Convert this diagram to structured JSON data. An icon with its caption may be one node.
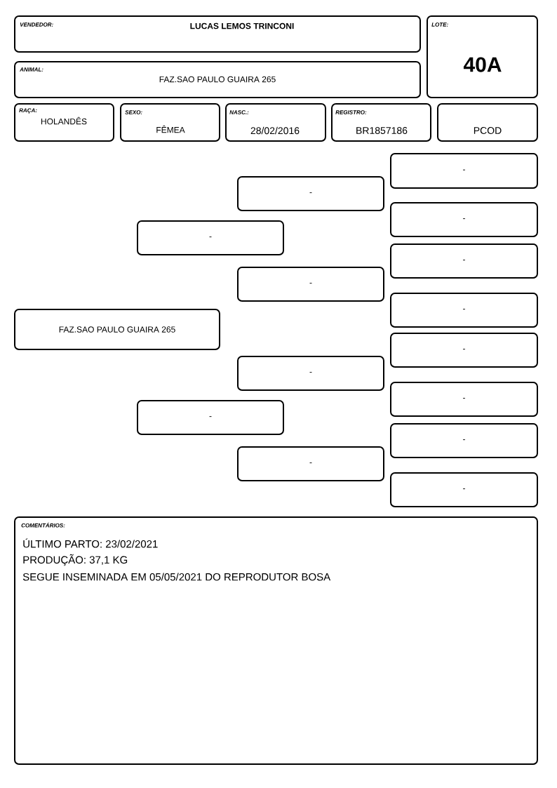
{
  "diagram": {
    "nodes": [
      {
        "text": [
          "VENDEDOR:",
          "LUCAS LEMOS TRINCONI"
        ]
      },
      {
        "text": [
          "LOTE:",
          "40A"
        ]
      },
      {
        "text": [
          "ANIMAL:",
          "FAZ.SAO PAULO GUAIRA 265"
        ]
      },
      {
        "text": [
          "RAÇA:",
          "HOLANDÊS"
        ]
      },
      {
        "text": [
          "SEXO:",
          "FÊMEA"
        ]
      },
      {
        "text": [
          "NASC.:",
          "28/02/2016"
        ]
      },
      {
        "text": [
          "REGISTRO:",
          "BR1857186"
        ]
      },
      {
        "text": [
          "PCOD"
        ]
      },
      {
        "text": [
          "-"
        ]
      },
      {
        "text": [
          "-"
        ]
      },
      {
        "text": [
          "-"
        ]
      },
      {
        "text": [
          "-"
        ]
      },
      {
        "text": [
          "-"
        ]
      },
      {
        "text": [
          "-"
        ]
      },
      {
        "text": [
          "-"
        ]
      },
      {
        "text": [
          "FAZ.SAO PAULO GUAIRA 265"
        ]
      },
      {
        "text": [
          "-"
        ]
      },
      {
        "text": [
          "-"
        ]
      },
      {
        "text": [
          "-"
        ]
      },
      {
        "text": [
          "-"
        ]
      },
      {
        "text": [
          "-"
        ]
      },
      {
        "text": [
          "-"
        ]
      },
      {
        "text": [
          "-"
        ]
      },
      {
        "text": [
          "COMENTÁRIOS:",
          "ÚLTIMO PARTO: 23/02/2021",
          "PRODUÇÃO: 37,1 KG",
          "SEGUE INSEMINADA EM 05/05/2021 DO REPRODUTOR BOSA"
        ]
      }
    ]
  }
}
